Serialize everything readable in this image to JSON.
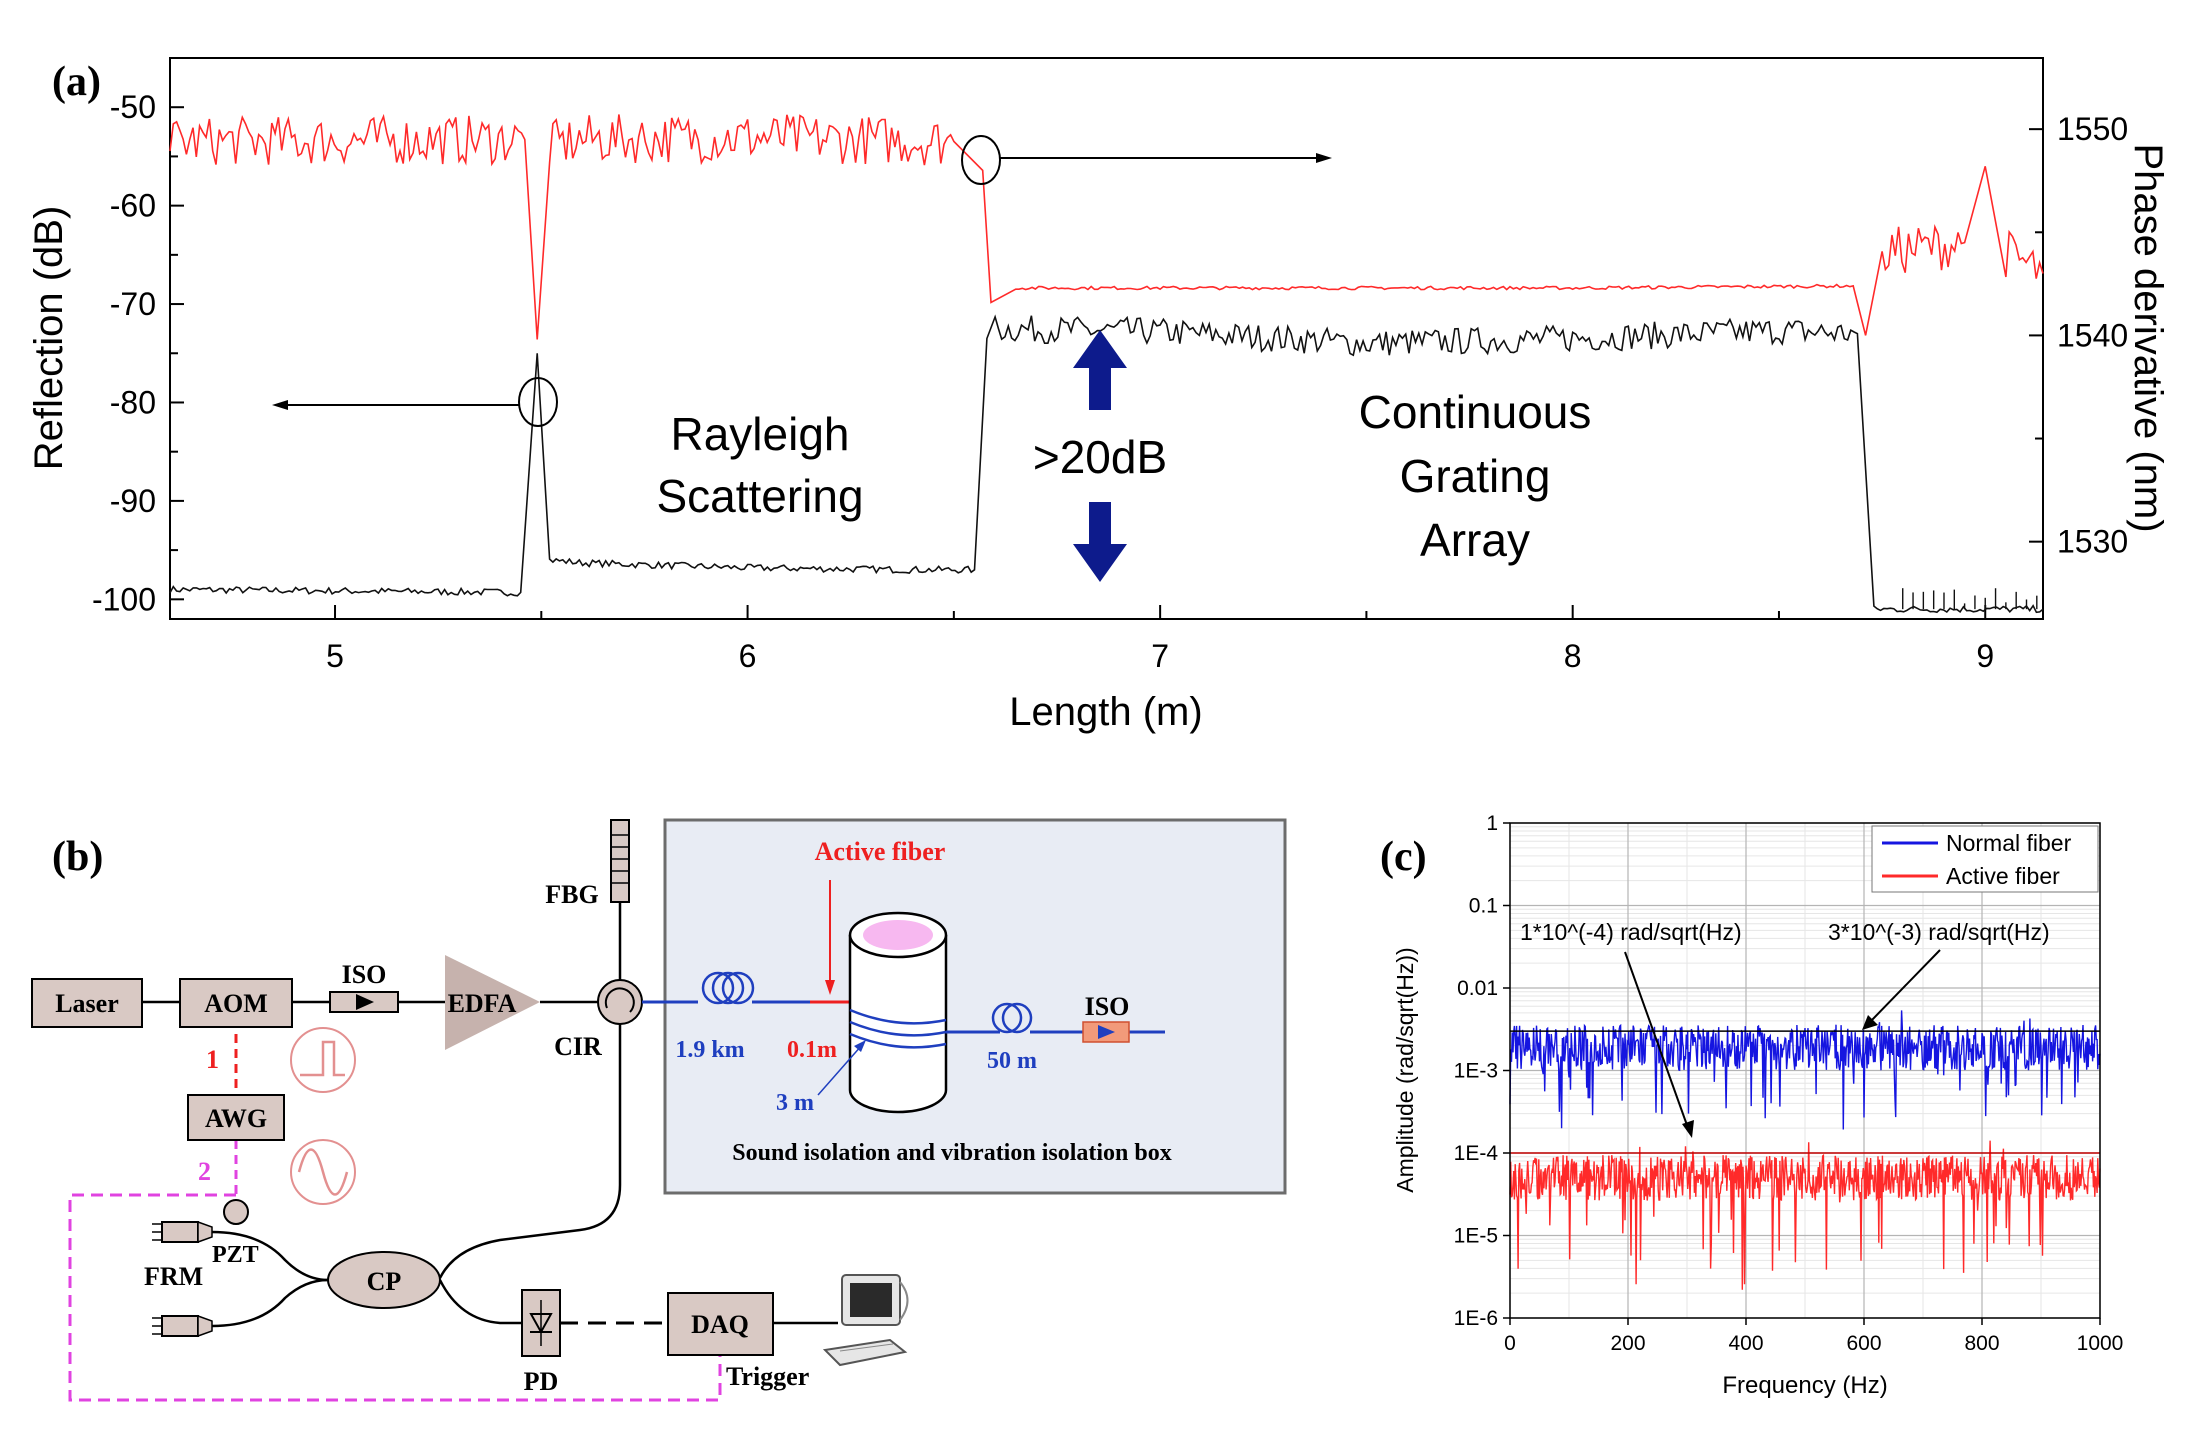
{
  "panel_labels": {
    "a": "(a)",
    "b": "(b)",
    "c": "(c)"
  },
  "colors": {
    "red": "#ff2a2a",
    "black": "#111111",
    "blue": "#1515e0",
    "navy": "#0d1b8c",
    "box": "#d9c9c4",
    "magenta": "#e043e0",
    "fiber_blue": "#1f3fbf",
    "annot_red": "#ee2020"
  },
  "chart_data": [
    {
      "id": "a",
      "type": "line",
      "title": "",
      "xlabel": "Length (m)",
      "ylabel": "Reflection (dB)",
      "y2label": "Phase derivative (nm)",
      "xlim": [
        4.6,
        9.14
      ],
      "ylim": [
        -102,
        -45
      ],
      "y2lim": [
        1526.25,
        1553.45
      ],
      "xticks": [
        "5",
        "6",
        "7",
        "8",
        "9"
      ],
      "yticks": [
        "-50",
        "-60",
        "-70",
        "-80",
        "-90",
        "-100"
      ],
      "y2ticks": [
        "1550",
        "1540",
        "1530"
      ],
      "grid": false,
      "series": [
        {
          "axis": "left",
          "color": "#111111",
          "points": [
            [
              4.6,
              -99
            ],
            [
              5.45,
              -99.3
            ],
            [
              5.49,
              -75
            ],
            [
              5.52,
              -96
            ],
            [
              5.6,
              -96.3
            ],
            [
              6.0,
              -96.8
            ],
            [
              6.4,
              -97.0
            ],
            [
              6.55,
              -97.0
            ],
            [
              6.58,
              -73.5
            ],
            [
              6.6,
              -72.5
            ],
            [
              7.0,
              -72.8
            ],
            [
              7.5,
              -74
            ],
            [
              8.0,
              -73.5
            ],
            [
              8.5,
              -72.7
            ],
            [
              8.69,
              -73
            ],
            [
              8.73,
              -101
            ],
            [
              9.14,
              -101
            ]
          ]
        },
        {
          "axis": "right",
          "color": "#ff2a2a",
          "points": [
            [
              4.6,
              1549.4
            ],
            [
              5.46,
              1549.5
            ],
            [
              5.49,
              1539.8
            ],
            [
              5.52,
              1549.2
            ],
            [
              5.6,
              1549.5
            ],
            [
              6.0,
              1549.6
            ],
            [
              6.5,
              1549.4
            ],
            [
              6.57,
              1548.0
            ],
            [
              6.59,
              1541.6
            ],
            [
              6.65,
              1542.3
            ],
            [
              7.0,
              1542.3
            ],
            [
              8.0,
              1542.3
            ],
            [
              8.68,
              1542.4
            ],
            [
              8.71,
              1540.0
            ],
            [
              8.75,
              1544.0
            ],
            [
              8.95,
              1544.5
            ],
            [
              9.0,
              1548.2
            ],
            [
              9.05,
              1544.0
            ],
            [
              9.14,
              1543.0
            ]
          ]
        }
      ],
      "annotations": [
        "Rayleigh",
        "Scattering",
        ">20dB",
        "Continuous",
        "Grating",
        "Array"
      ]
    },
    {
      "id": "c",
      "type": "line",
      "title": "",
      "xlabel": "Frequency (Hz)",
      "ylabel": "Amplitude (rad/sqrt(Hz))",
      "xlim": [
        0,
        1000
      ],
      "ylim": [
        1e-06,
        1
      ],
      "yscale": "log",
      "xticks": [
        "0",
        "200",
        "400",
        "600",
        "800",
        "1000"
      ],
      "yticks": [
        "1",
        "0.1",
        "0.01",
        "1E-3",
        "1E-4",
        "1E-5",
        "1E-6"
      ],
      "grid": true,
      "legend_position": "top-right",
      "series": [
        {
          "name": "Normal fiber",
          "color": "#1515e0",
          "baseline": 0.0019
        },
        {
          "name": "Active fiber",
          "color": "#ff2a2a",
          "baseline": 5e-05
        }
      ],
      "reference_lines": [
        0.003,
        0.0001
      ],
      "annotations": [
        "1*10^(-4) rad/sqrt(Hz)",
        "3*10^(-3) rad/sqrt(Hz)"
      ]
    }
  ],
  "diagram": {
    "laser": "Laser",
    "aom": "AOM",
    "iso1": "ISO",
    "edfa": "EDFA",
    "fbg": "FBG",
    "cir": "CIR",
    "awg": "AWG",
    "num1": "1",
    "num2": "2",
    "pzt": "PZT",
    "frm": "FRM",
    "cp": "CP",
    "pd": "PD",
    "daq": "DAQ",
    "trigger": "Trigger",
    "active_fiber": "Active fiber",
    "len_19km": "1.9 km",
    "len_01m": "0.1m",
    "len_3m": "3 m",
    "len_50m": "50 m",
    "iso2": "ISO",
    "box_caption": "Sound isolation and vibration isolation box"
  }
}
